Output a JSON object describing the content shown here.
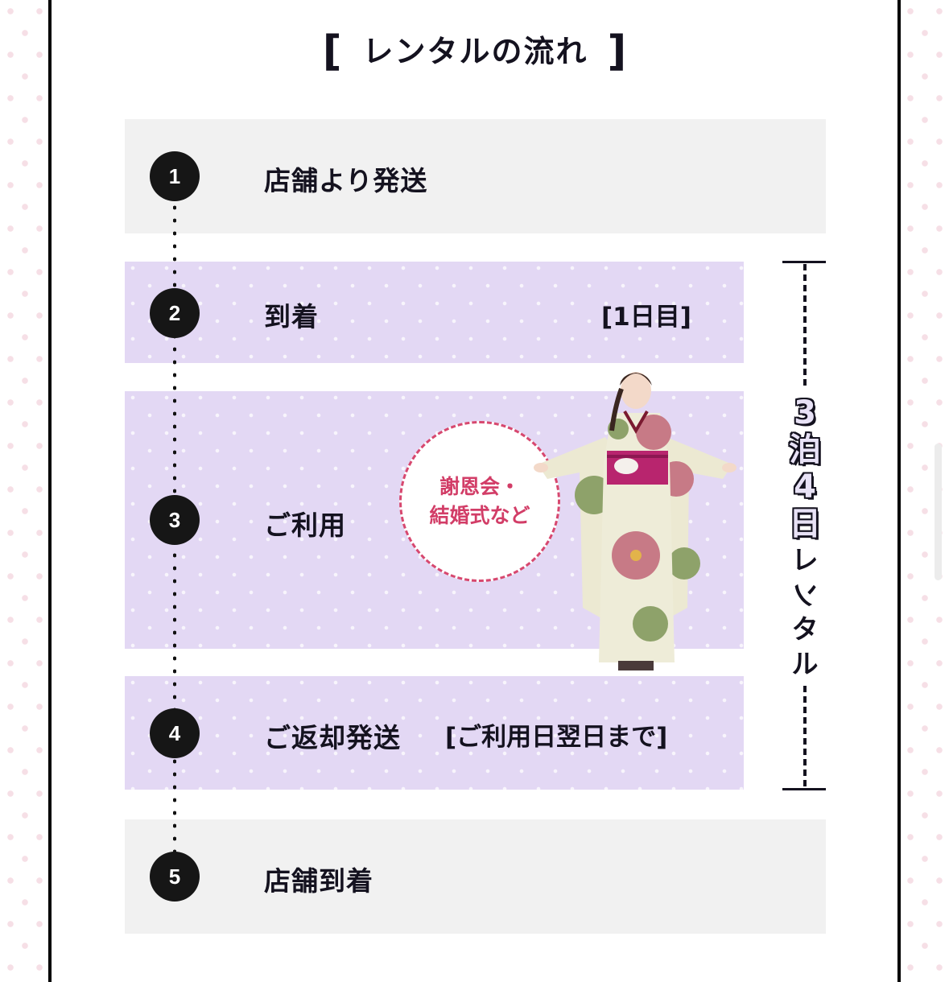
{
  "section": {
    "title": "レンタルの流れ",
    "bracket_open": "[",
    "bracket_close": "]"
  },
  "steps": [
    {
      "number": "1",
      "label": "店舗より発送",
      "note": "",
      "style": "gray"
    },
    {
      "number": "2",
      "label": "到着",
      "note": "[1日目]",
      "style": "purple"
    },
    {
      "number": "3",
      "label": "ご利用",
      "note": "",
      "style": "purple",
      "callout": {
        "line1": "謝恩会・",
        "line2": "結婚式など"
      },
      "image": "kimono-model-photo"
    },
    {
      "number": "4",
      "label": "ご返却発送",
      "note": "[ご利用日翌日まで]",
      "style": "purple"
    },
    {
      "number": "5",
      "label": "店舗到着",
      "note": "",
      "style": "gray"
    }
  ],
  "duration": {
    "chars": [
      "3",
      "泊",
      "4",
      "日",
      "レ",
      "ン",
      "タ",
      "ル"
    ],
    "text": "3泊4日レンタル"
  },
  "colors": {
    "gray_row": "#f1f1f1",
    "purple_row": "#e3d8f4",
    "title_underline": "#ddd4f2",
    "callout_accent": "#d23d67",
    "frame": "#000000",
    "step_circle": "#161616"
  }
}
